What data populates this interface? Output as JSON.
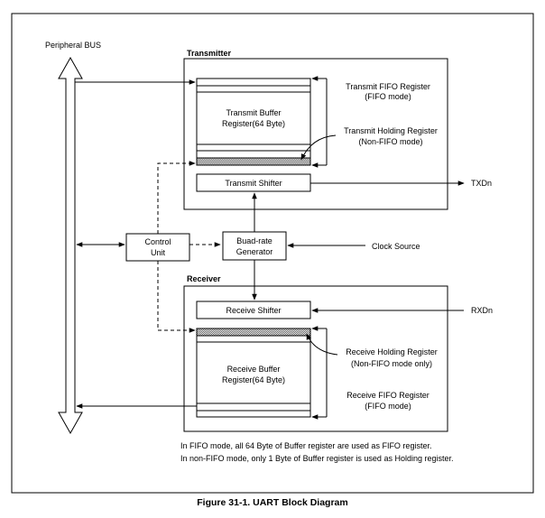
{
  "bus_label": "Peripheral BUS",
  "transmitter": {
    "title": "Transmitter",
    "buffer_label": [
      "Transmit Buffer",
      "Register(64 Byte)"
    ],
    "fifo_note": [
      "Transmit FIFO Register",
      "(FIFO mode)"
    ],
    "holding_note": [
      "Transmit Holding Register",
      "(Non-FIFO mode)"
    ],
    "shifter": "Transmit Shifter",
    "output_signal": "TXDn"
  },
  "control_unit": [
    "Control",
    "Unit"
  ],
  "baud_generator": [
    "Buad-rate",
    "Generator"
  ],
  "clock_source": "Clock Source",
  "receiver": {
    "title": "Receiver",
    "shifter": "Receive Shifter",
    "input_signal": "RXDn",
    "holding_note": [
      "Receive Holding Register",
      "(Non-FIFO mode only)"
    ],
    "buffer_label": [
      "Receive Buffer",
      "Register(64 Byte)"
    ],
    "fifo_note": [
      "Receive FIFO Register",
      "(FIFO mode)"
    ]
  },
  "notes": [
    "In FIFO mode, all 64 Byte of Buffer register are used as FIFO register.",
    "In non-FIFO mode, only 1 Byte of Buffer register is used as Holding register."
  ],
  "caption": "Figure 31-1. UART Block Diagram"
}
